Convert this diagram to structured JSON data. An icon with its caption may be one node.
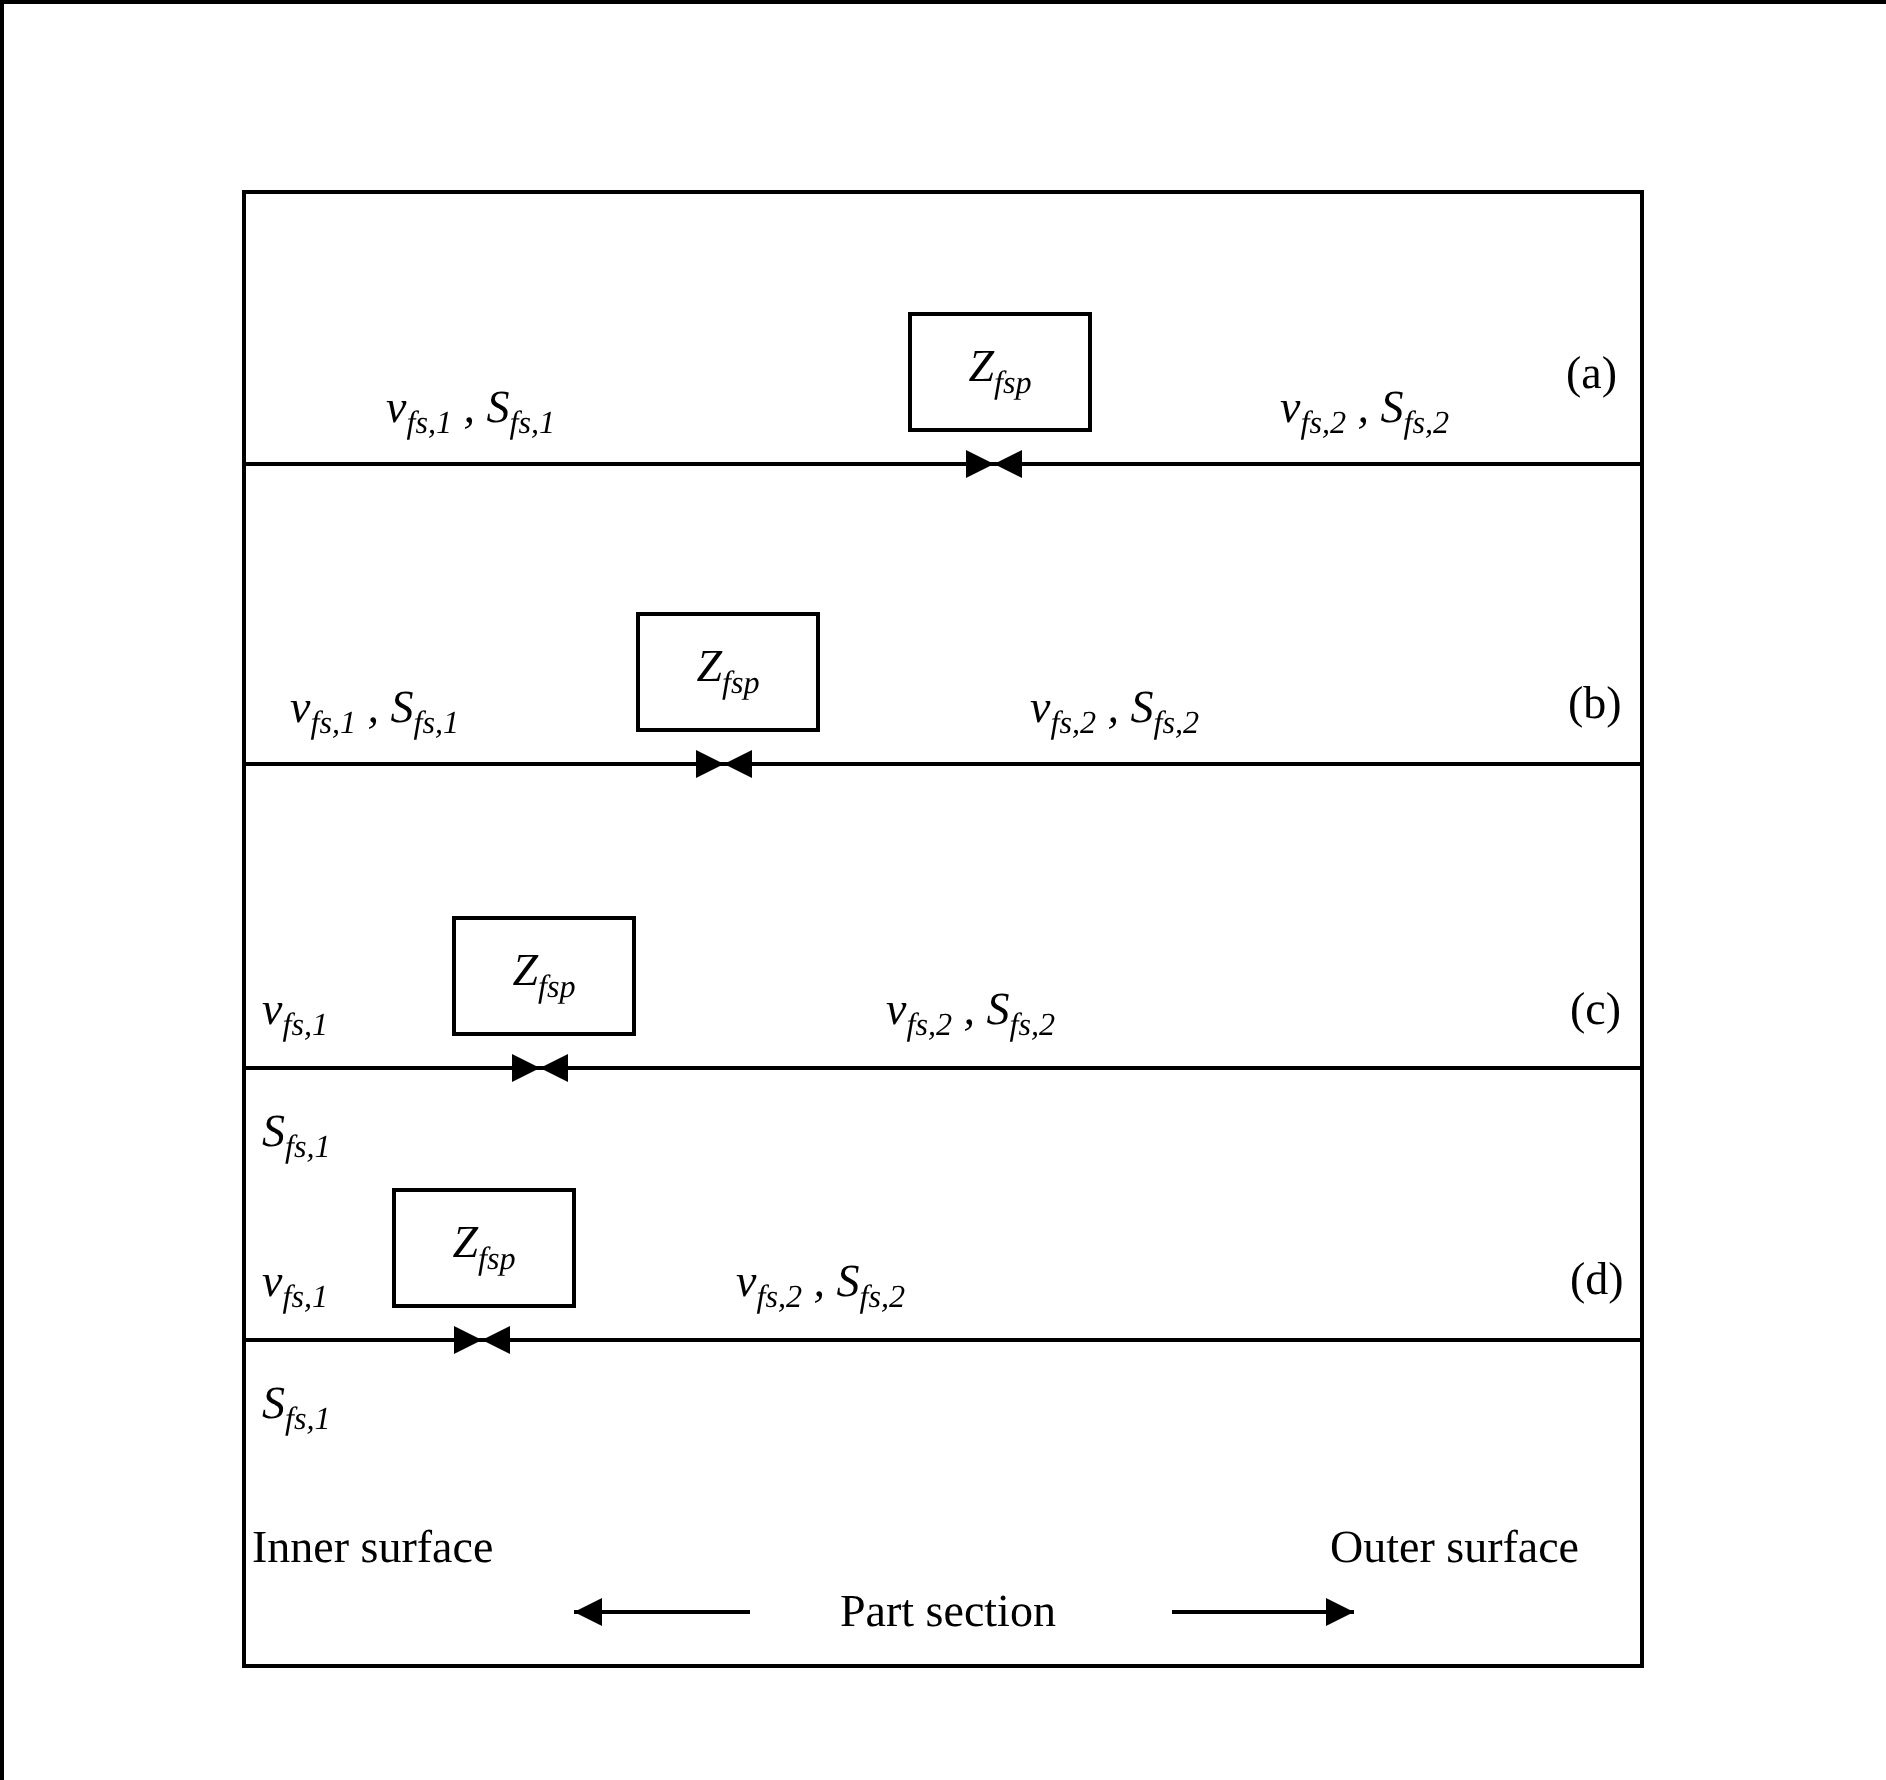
{
  "diagram": {
    "nodes": [
      {
        "text": [],
        "shape": "box"
      },
      {
        "text": [
          "Z$_{fsp}$"
        ],
        "in": 0
      },
      {
        "text": [
          "Z$_{fsp}$"
        ],
        "in": 0
      },
      {
        "text": [
          "Z$_{fsp}$"
        ],
        "in": 0
      },
      {
        "text": [
          "Z$_{fsp}$"
        ],
        "in": 0
      }
    ],
    "edges": [
      {
        "from": 0,
        "to": 1,
        "arrow": "to"
      },
      {
        "from": 0,
        "to": 1,
        "arrow": "to"
      },
      {
        "from": 0,
        "to": 2,
        "arrow": "to"
      },
      {
        "from": 0,
        "to": 2,
        "arrow": "to"
      },
      {
        "from": 0,
        "to": 3,
        "arrow": "to"
      },
      {
        "from": 0,
        "to": 3,
        "arrow": "to"
      },
      {
        "from": 0,
        "to": 4,
        "arrow": "to"
      },
      {
        "from": 0,
        "to": 4,
        "arrow": "to"
      }
    ],
    "labels": [
      "(a)",
      "v$_{fs,1}$ , S$_{fs,1}$",
      "v$_{fs,2}$ , S$_{fs,2}$",
      "v$_{fs,1}$ , S$_{fs,1}$",
      "v$_{fs,2}$ , S$_{fs,2}$",
      "(b)",
      "v$_{fs,1}$",
      "v$_{fs,2}$ , S$_{fs,2}$",
      "(c)",
      "S$_{fs,1}$",
      "v$_{fs,1}$",
      "v$_{fs,2}$ , S$_{fs,2}$",
      "(d)",
      "S$_{fs,1}$",
      "Inner surface",
      "Outer surface",
      "Part section"
    ]
  }
}
